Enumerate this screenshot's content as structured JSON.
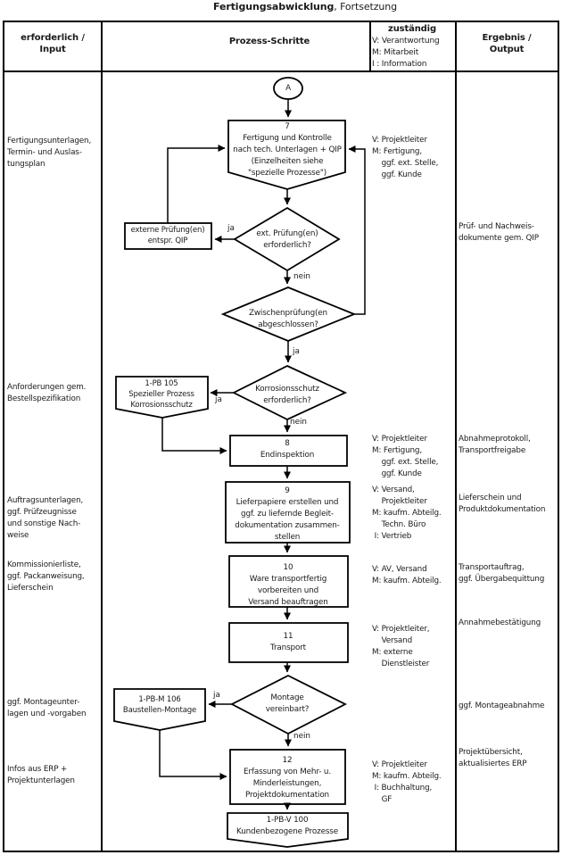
{
  "title": {
    "bold": "Fertigungsabwicklung",
    "suffix": ", Fortsetzung"
  },
  "header": {
    "col_input": "erforderlich /\nInput",
    "col_process": "Prozess-Schritte",
    "col_responsible_title": "zuständig",
    "col_responsible_legend": "V: Verantwortung\nM: Mitarbeit\nI : Information",
    "col_output": "Ergebnis /\nOutput"
  },
  "flow": {
    "connector_a": "A",
    "step7": "7\nFertigung und Kontrolle\nnach tech. Unterlagen + QIP\n(Einzelheiten siehe\n\"spezielle Prozesse\")",
    "external_test_box": "externe Prüfung(en)\nentspr. QIP",
    "dec_external": "ext. Prüfung(en)\nerforderlich?",
    "dec_interim": "Zwischenprüfung(en\nabgeschlossen?",
    "dec_corrosion": "Korrosionsschutz\nerforderlich?",
    "ref_pb105": "1-PB 105\nSpezieller Prozess\nKorrosionsschutz",
    "step8": "8\nEndinspektion",
    "step9": "9\nLieferpapiere erstellen und\nggf. zu liefernde Begleit-\ndokumentation zusammen-\nstellen",
    "step10": "10\nWare transportfertig\nvorbereiten und\nVersand beauftragen",
    "step11": "11\nTransport",
    "dec_montage": "Montage\nvereinbart?",
    "ref_pbm106": "1-PB-M 106\nBaustellen-Montage",
    "step12": "12\nErfassung von Mehr- u.\nMinderleistungen,\nProjektdokumentation",
    "ref_pbv100": "1-PB-V 100\nKundenbezogene Prozesse",
    "label_yes": "ja",
    "label_no": "nein"
  },
  "inputs": [
    "Fertigungsunterlagen,\nTermin- und Auslas-\ntungsplan",
    "Anforderungen gem.\nBestellspezifikation",
    "Auftragsunterlagen,\nggf. Prüfzeugnisse\nund sonstige Nach-\nweise",
    "Kommissionierliste,\nggf. Packanweisung,\nLieferschein",
    "ggf. Montageunter-\nlagen und -vorgaben",
    "Infos aus ERP +\nProjektunterlagen"
  ],
  "responsibilities": [
    "V: Projektleiter\nM: Fertigung,\n    ggf. ext. Stelle,\n    ggf. Kunde",
    "V: Projektleiter\nM: Fertigung,\n    ggf. ext. Stelle,\n    ggf. Kunde",
    "V: Versand,\n    Projektleiter\nM: kaufm. Abteilg.\n    Techn. Büro\n I: Vertrieb",
    "V: AV, Versand\nM: kaufm. Abteilg.",
    "V: Projektleiter,\n    Versand\nM: externe\n    Dienstleister",
    "V: Projektleiter\nM: kaufm. Abteilg.\n I: Buchhaltung,\n    GF"
  ],
  "outputs": [
    "Prüf- und Nachweis-\ndokumente gem. QIP",
    "Abnahmeprotokoll,\nTransportfreigabe",
    "Lieferschein und\nProduktdokumentation",
    "Transportauftrag,\nggf. Übergabequittung",
    "Annahmebestätigung",
    "ggf. Montageabnahme",
    "Projektübersicht,\naktualisiertes ERP"
  ],
  "colors": {
    "ink": "#1a1a1a",
    "line": "#000000",
    "background": "#ffffff"
  }
}
